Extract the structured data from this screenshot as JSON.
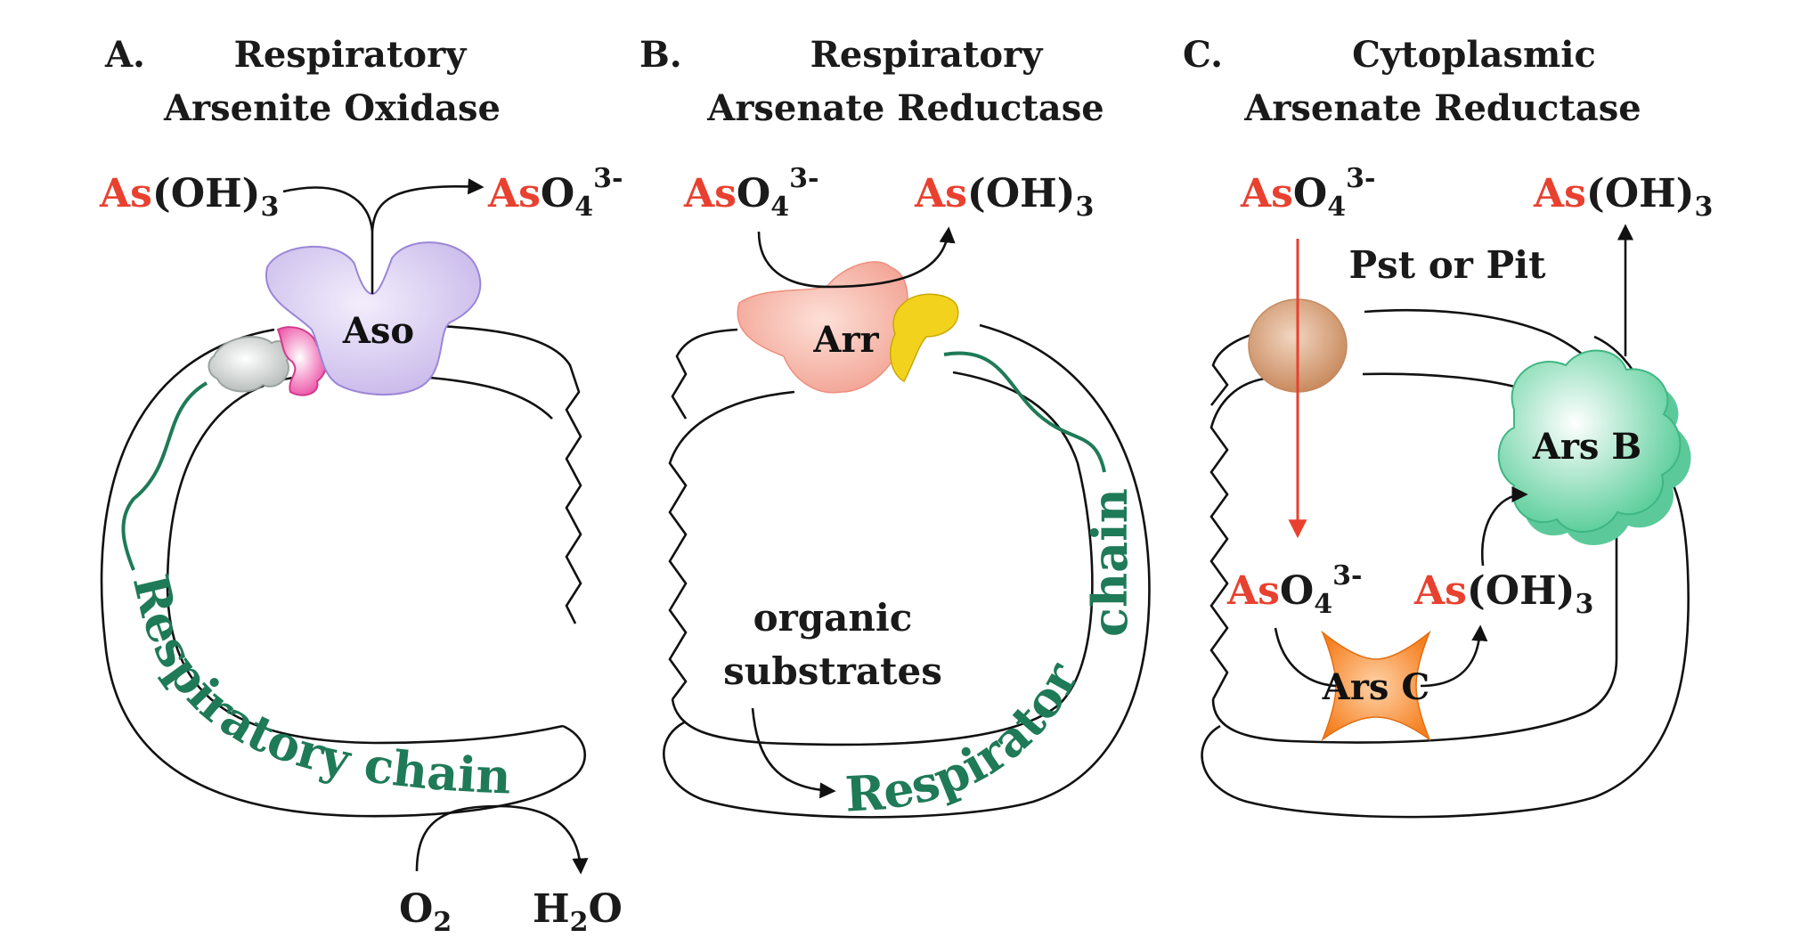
{
  "panels": [
    {
      "letter": "A.",
      "title_line1": "Respiratory",
      "title_line2": "Arsenite Oxidase"
    },
    {
      "letter": "B.",
      "title_line1": "Respiratory",
      "title_line2": "Arsenate Reductase"
    },
    {
      "letter": "C.",
      "title_line1": "Cytoplasmic",
      "title_line2": "Arsenate Reductase"
    }
  ],
  "species": {
    "arsenite": {
      "element": "As",
      "rest": "(OH)",
      "sub": "3"
    },
    "arsenate": {
      "element": "As",
      "rest": "O",
      "sub": "4",
      "sup": "3-"
    }
  },
  "enzymes": {
    "aso": "Aso",
    "arr": "Arr",
    "ars_b": "Ars B",
    "ars_c": "Ars C"
  },
  "labels": {
    "respiratory_chain_a": "Respiratory chain",
    "respiratory_b": "Respiratory",
    "chain_b": "chain",
    "organic_line1": "organic",
    "organic_line2": "substrates",
    "pst_pit": "Pst or Pit",
    "o2": {
      "main": "O",
      "sub": "2"
    },
    "h2o": {
      "main": "H",
      "sub": "2",
      "tail": "O"
    }
  },
  "colors": {
    "arsenic_red": "#e8412f",
    "chain_green": "#1f7a57",
    "aso_lilac": "#d9cdf0",
    "arr_pink": "#f6b3a6",
    "yellow_subunit": "#f2d21c",
    "ars_b_green": "#6fd4a8",
    "ars_c_orange": "#f58a2a",
    "pst_tan": "#d9a27a"
  }
}
